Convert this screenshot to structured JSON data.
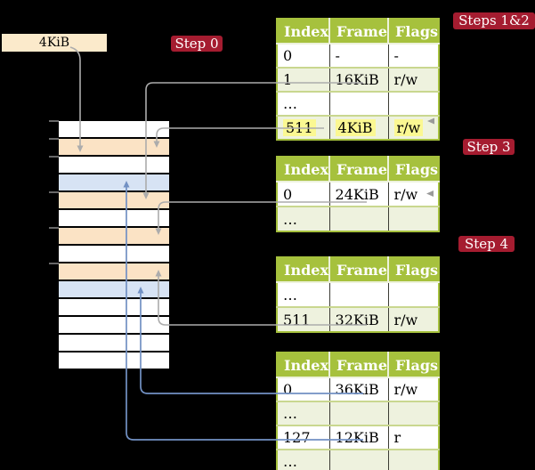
{
  "colors": {
    "background": "#000000",
    "step_label_bg": "#A51C30",
    "table_header_bg": "#A6C13D",
    "table_alt_row_bg": "#EEF2DE",
    "highlight_bg": "#FBF892",
    "frame_box_bg": "#FBEACB",
    "memory_page_table_row": "#FBE3C5",
    "memory_mapped_page_row": "#D7E3F4",
    "gray_arrow": "#ACACAC",
    "blue_arrow": "#7291C4"
  },
  "frame_box": {
    "label": "4KiB"
  },
  "step_labels": {
    "step0": "Step 0",
    "steps12": "Steps 1&2",
    "step3": "Step 3",
    "step4": "Step 4"
  },
  "tables": [
    {
      "id": "page-table-steps-1-2",
      "headers": [
        "Index",
        "Frame",
        "Flags"
      ],
      "rows": [
        {
          "cells": [
            "0",
            "-",
            "-"
          ]
        },
        {
          "cells": [
            "1",
            "16KiB",
            "r/w"
          ]
        },
        {
          "cells": [
            "…",
            "",
            ""
          ]
        },
        {
          "cells": [
            "511",
            "4KiB",
            "r/w"
          ],
          "highlighted": true
        }
      ]
    },
    {
      "id": "page-table-step-3",
      "headers": [
        "Index",
        "Frame",
        "Flags"
      ],
      "rows": [
        {
          "cells": [
            "0",
            "24KiB",
            "r/w"
          ]
        },
        {
          "cells": [
            "…",
            "",
            ""
          ]
        }
      ]
    },
    {
      "id": "page-table-step-4",
      "headers": [
        "Index",
        "Frame",
        "Flags"
      ],
      "rows": [
        {
          "cells": [
            "…",
            "",
            ""
          ]
        },
        {
          "cells": [
            "511",
            "32KiB",
            "r/w"
          ]
        }
      ]
    },
    {
      "id": "page-table-final",
      "headers": [
        "Index",
        "Frame",
        "Flags"
      ],
      "rows": [
        {
          "cells": [
            "0",
            "36KiB",
            "r/w"
          ]
        },
        {
          "cells": [
            "…",
            "",
            ""
          ]
        },
        {
          "cells": [
            "127",
            "12KiB",
            "r"
          ]
        },
        {
          "cells": [
            "…",
            "",
            ""
          ]
        }
      ]
    }
  ],
  "memory": {
    "rows": [
      "white",
      "peach",
      "white",
      "blue",
      "peach",
      "white",
      "peach",
      "white",
      "peach",
      "blue",
      "white",
      "white",
      "white",
      "white"
    ]
  },
  "arrows": [
    {
      "color": "gray",
      "from": "frame-box-4KiB",
      "to": "memory-row-2-4KiB"
    },
    {
      "color": "gray",
      "from": "table1-row-1-16KiB",
      "to": "memory-row-5-16KiB"
    },
    {
      "color": "gray",
      "from": "table1-row-511-4KiB",
      "to": "memory-row-2-4KiB"
    },
    {
      "color": "gray",
      "from": "table2-row-0-24KiB",
      "to": "memory-row-7-24KiB"
    },
    {
      "color": "gray",
      "from": "table3-row-511-32KiB",
      "to": "memory-row-9-32KiB"
    },
    {
      "color": "blue",
      "from": "table4-row-0-36KiB",
      "to": "memory-row-10-36KiB"
    },
    {
      "color": "blue",
      "from": "table4-row-127-12KiB",
      "to": "memory-row-4-12KiB"
    }
  ]
}
